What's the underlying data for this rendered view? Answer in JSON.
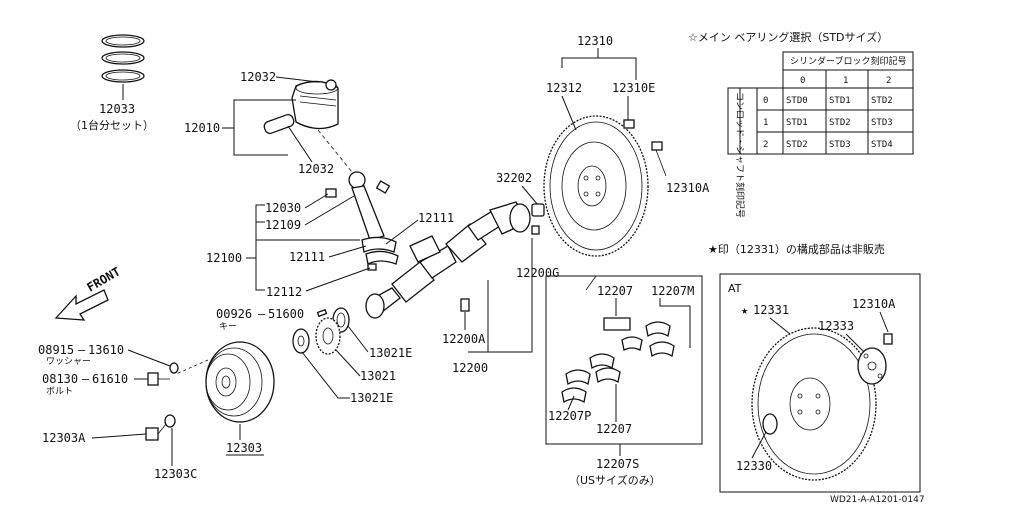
{
  "parts": {
    "p12033": "12033",
    "p12033_note": "（1台分セット）",
    "p12032a": "12032",
    "p12010": "12010",
    "p12032b": "12032",
    "p12030": "12030",
    "p12109": "12109",
    "p12111a": "12111",
    "p12111b": "12111",
    "p12100": "12100",
    "p12112": "12112",
    "p00926": "00926",
    "p51600": "51600",
    "p00926_note": "キー",
    "p08915": "08915",
    "p13610": "13610",
    "p08915_note": "ワッシャー",
    "p08130": "08130",
    "p61610": "61610",
    "p08130_note": "ボルト",
    "p12303A": "12303A",
    "p12303C": "12303C",
    "p12303": "12303",
    "p13021E_a": "13021E",
    "p13021": "13021",
    "p13021E_b": "13021E",
    "p12200A": "12200A",
    "p12200": "12200",
    "p12200G": "12200G",
    "p32202": "32202",
    "p12310": "12310",
    "p12312": "12312",
    "p12310E": "12310E",
    "p12310A": "12310A",
    "p12207a": "12207",
    "p12207M": "12207M",
    "p12207P": "12207P",
    "p12207b": "12207",
    "p12207S": "12207S",
    "p12207S_note": "（USサイズのみ）",
    "at_label": "AT",
    "at_p12331": "12331",
    "at_p12310A": "12310A",
    "at_p12333": "12333",
    "at_p12330": "12330"
  },
  "bearing_table": {
    "title": "☆メイン ベアリング選択（STDサイズ）",
    "col_group_header": "シリンダーブロック刻印記号",
    "col_headers": [
      "0",
      "1",
      "2"
    ],
    "row_group_header": "コンロッド・シャフト刻印記号",
    "rows": [
      {
        "key": "0",
        "cells": [
          "STD0",
          "STD1",
          "STD2"
        ]
      },
      {
        "key": "1",
        "cells": [
          "STD1",
          "STD2",
          "STD3"
        ]
      },
      {
        "key": "2",
        "cells": [
          "STD2",
          "STD3",
          "STD4"
        ]
      }
    ]
  },
  "notes": {
    "not_sold": "★印（12331）の構成部品は非販売",
    "front": "FRONT",
    "diagram_id": "WD21-A-A1201-0147"
  },
  "icons": {
    "front_arrow": "front-arrow-icon"
  }
}
